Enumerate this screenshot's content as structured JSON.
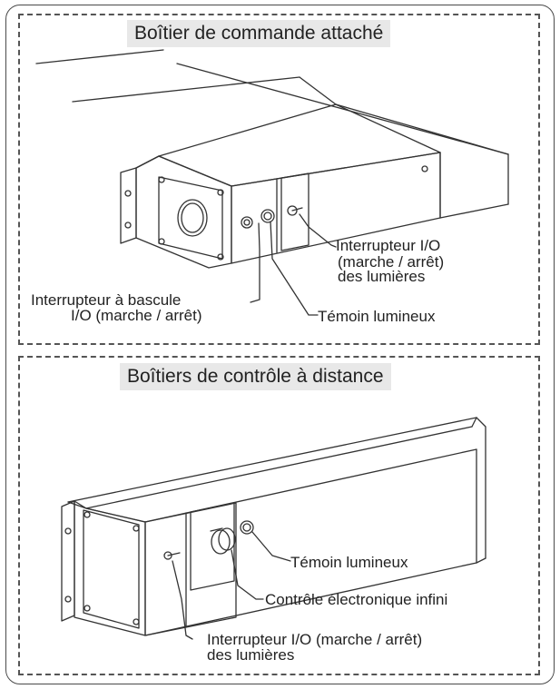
{
  "top_panel": {
    "title": "Boîtier de commande attaché",
    "labels": {
      "light_switch": [
        "Interrupteur I/O",
        "(marche / arrêt)",
        "des lumières"
      ],
      "rocker_switch": [
        "Interrupteur à bascule",
        "I/O (marche / arrêt)"
      ],
      "indicator": "Témoin lumineux"
    }
  },
  "bottom_panel": {
    "title": "Boîtiers de contrôle à distance",
    "labels": {
      "indicator": "Témoin lumineux",
      "electronic_control": "Contrôle électronique infini",
      "light_switch": [
        "Interrupteur I/O (marche / arrêt)",
        "des lumières"
      ]
    }
  }
}
